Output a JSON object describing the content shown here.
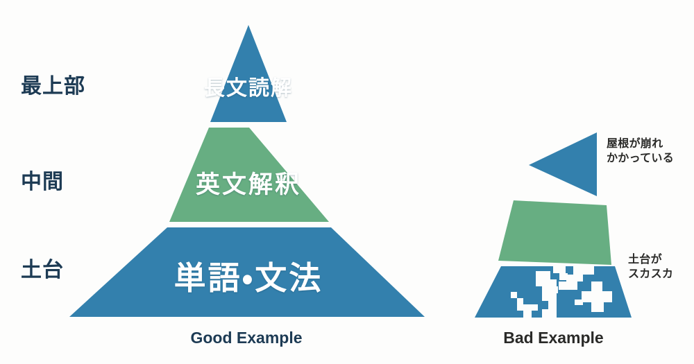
{
  "tier_labels": [
    {
      "id": "top",
      "text": "最上部"
    },
    {
      "id": "middle",
      "text": "中間"
    },
    {
      "id": "base",
      "text": "土台"
    }
  ],
  "good_example": {
    "caption": "Good Example",
    "tiers": [
      {
        "id": "top",
        "text": "長文読解",
        "color": "#3380ad"
      },
      {
        "id": "middle",
        "text": "英文解釈",
        "color": "#67ae82"
      },
      {
        "id": "base",
        "text": "単語・文法",
        "color": "#3380ad"
      }
    ]
  },
  "bad_example": {
    "caption": "Bad Example",
    "annotations": [
      {
        "id": "roof",
        "text": "屋根が崩れ\nかかっている"
      },
      {
        "id": "ground",
        "text": "土台が\nスカスカ"
      }
    ],
    "pieces": [
      {
        "id": "roof-triangle",
        "color": "#3380ad"
      },
      {
        "id": "middle-slab",
        "color": "#67ae82"
      },
      {
        "id": "crumbling-base",
        "color": "#3380ad"
      }
    ]
  },
  "colors": {
    "blue": "#3380ad",
    "green": "#67ae82",
    "navy_text": "#1d3b54",
    "dark_text": "#2a2a28",
    "background": "#fdfdfc",
    "white": "#ffffff"
  }
}
